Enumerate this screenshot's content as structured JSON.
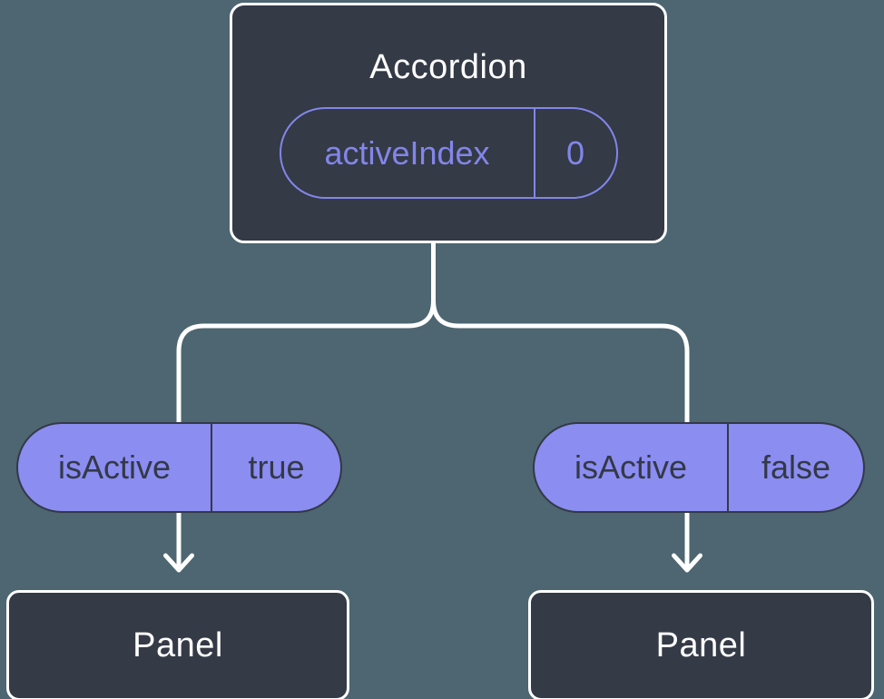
{
  "colors": {
    "background": "#4d6671",
    "node_fill": "#343a46",
    "node_border": "#ffffff",
    "accent_purple": "#8286e9",
    "prop_pill_fill": "#8b8df1",
    "dark_text": "#333947",
    "connector": "#ffffff"
  },
  "tree": {
    "root": {
      "label": "Accordion",
      "state": {
        "name": "activeIndex",
        "value": "0"
      }
    },
    "branches": [
      {
        "prop": {
          "name": "isActive",
          "value": "true"
        },
        "child": {
          "label": "Panel"
        }
      },
      {
        "prop": {
          "name": "isActive",
          "value": "false"
        },
        "child": {
          "label": "Panel"
        }
      }
    ]
  }
}
